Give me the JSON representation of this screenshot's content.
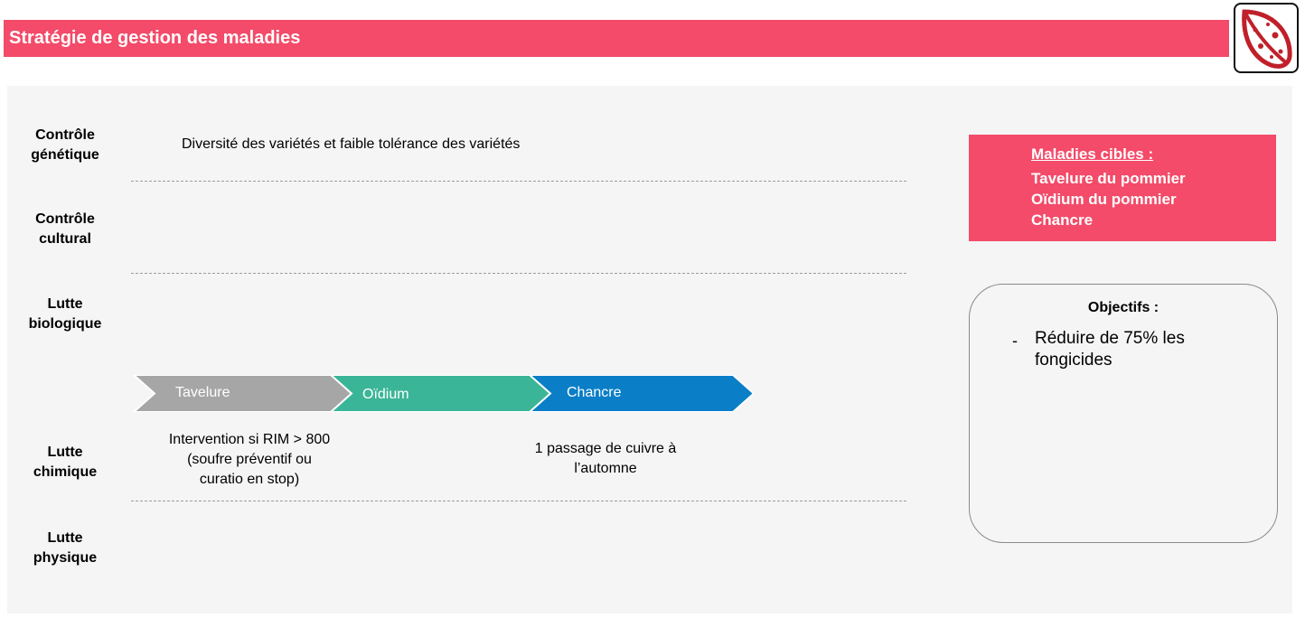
{
  "header": {
    "title": "Stratégie de gestion des maladies"
  },
  "logo": {
    "icon": "leaf-disease-icon",
    "color": "#c0202a"
  },
  "rows": [
    {
      "label": "Contrôle\ngénétique",
      "text": "Diversité des variétés et faible tolérance des variétés"
    },
    {
      "label": "Contrôle\ncultural"
    },
    {
      "label": "Lutte\nbiologique"
    },
    {
      "label": "Lutte\nchimique"
    },
    {
      "label": "Lutte\nphysique"
    }
  ],
  "chevrons": [
    {
      "label": "Tavelure",
      "color": "#a6a6a6"
    },
    {
      "label": "Oïdium",
      "color": "#3bb597"
    },
    {
      "label": "Chancre",
      "color": "#0a7ec7"
    }
  ],
  "chemical_notes": [
    "Intervention si RIM > 800\n(soufre préventif ou\ncuratio en stop)",
    "1 passage de cuivre à\nl’automne"
  ],
  "targets": {
    "title": "Maladies cibles :",
    "items": [
      "Tavelure du pommier",
      "Oïdium du pommier",
      "Chancre"
    ],
    "color": "#f34b69"
  },
  "objectives": {
    "title": "Objectifs :",
    "bullet": "-",
    "items": [
      "Réduire de 75% les fongicides"
    ]
  }
}
